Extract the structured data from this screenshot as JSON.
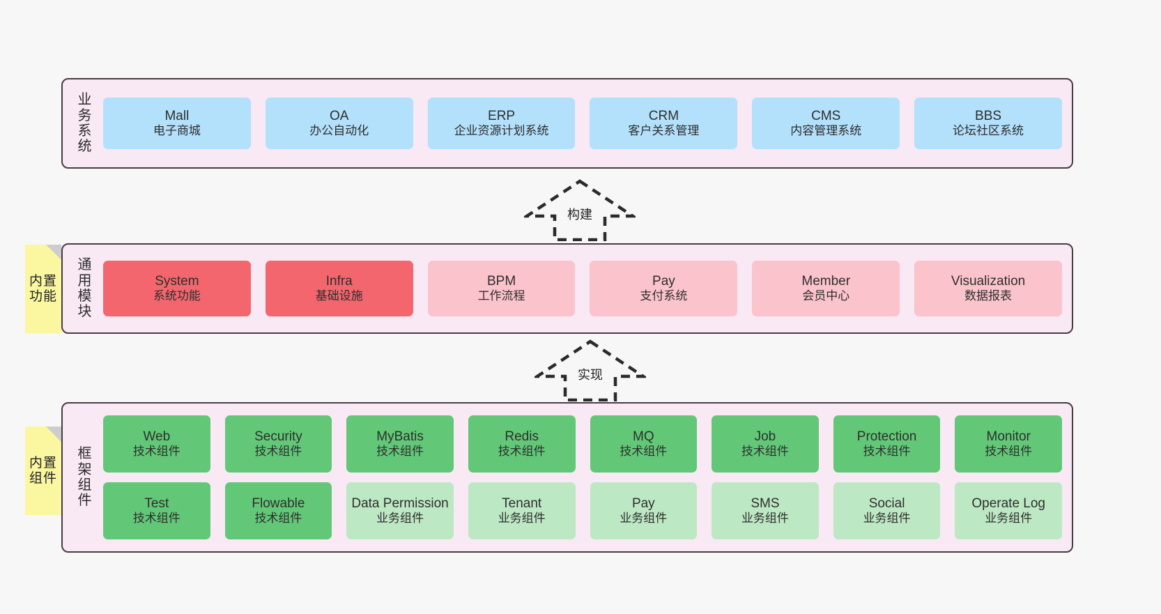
{
  "diagram": {
    "title": "",
    "colors": {
      "canvas_bg": "#f7f7f7",
      "band_bg": "#f8e9f4",
      "band_border": "#4a3a45",
      "business_cell": "#b3e0fb",
      "module_core_cell": "#f4666e",
      "module_cell": "#fbc3cb",
      "tech_cell": "#62c878",
      "biz_component_cell": "#bde8c4",
      "sticky_bg": "#fbf7a0",
      "sticky_fold": "#cdcdcd",
      "text": "#2e2e2e"
    }
  },
  "layers": [
    {
      "id": "business",
      "title": "业务系统",
      "sticky": null,
      "rows": [
        {
          "cells": [
            {
              "name": "Mall",
              "subtitle": "电子商城",
              "color": "#b3e0fb"
            },
            {
              "name": "OA",
              "subtitle": "办公自动化",
              "color": "#b3e0fb"
            },
            {
              "name": "ERP",
              "subtitle": "企业资源计划系统",
              "color": "#b3e0fb"
            },
            {
              "name": "CRM",
              "subtitle": "客户关系管理",
              "color": "#b3e0fb"
            },
            {
              "name": "CMS",
              "subtitle": "内容管理系统",
              "color": "#b3e0fb"
            },
            {
              "name": "BBS",
              "subtitle": "论坛社区系统",
              "color": "#b3e0fb"
            }
          ]
        }
      ]
    },
    {
      "id": "modules",
      "title": "通用模块",
      "sticky": "内置功能",
      "rows": [
        {
          "cells": [
            {
              "name": "System",
              "subtitle": "系统功能",
              "color": "#f4666e"
            },
            {
              "name": "Infra",
              "subtitle": "基础设施",
              "color": "#f4666e"
            },
            {
              "name": "BPM",
              "subtitle": "工作流程",
              "color": "#fbc3cb"
            },
            {
              "name": "Pay",
              "subtitle": "支付系统",
              "color": "#fbc3cb"
            },
            {
              "name": "Member",
              "subtitle": "会员中心",
              "color": "#fbc3cb"
            },
            {
              "name": "Visualization",
              "subtitle": "数据报表",
              "color": "#fbc3cb"
            }
          ]
        }
      ]
    },
    {
      "id": "framework",
      "title": "框架组件",
      "sticky": "内置组件",
      "rows": [
        {
          "cells": [
            {
              "name": "Web",
              "subtitle": "技术组件",
              "color": "#62c878"
            },
            {
              "name": "Security",
              "subtitle": "技术组件",
              "color": "#62c878"
            },
            {
              "name": "MyBatis",
              "subtitle": "技术组件",
              "color": "#62c878"
            },
            {
              "name": "Redis",
              "subtitle": "技术组件",
              "color": "#62c878"
            },
            {
              "name": "MQ",
              "subtitle": "技术组件",
              "color": "#62c878"
            },
            {
              "name": "Job",
              "subtitle": "技术组件",
              "color": "#62c878"
            },
            {
              "name": "Protection",
              "subtitle": "技术组件",
              "color": "#62c878"
            },
            {
              "name": "Monitor",
              "subtitle": "技术组件",
              "color": "#62c878"
            }
          ]
        },
        {
          "cells": [
            {
              "name": "Test",
              "subtitle": "技术组件",
              "color": "#62c878"
            },
            {
              "name": "Flowable",
              "subtitle": "技术组件",
              "color": "#62c878"
            },
            {
              "name": "Data Permission",
              "subtitle": "业务组件",
              "color": "#bde8c4"
            },
            {
              "name": "Tenant",
              "subtitle": "业务组件",
              "color": "#bde8c4"
            },
            {
              "name": "Pay",
              "subtitle": "业务组件",
              "color": "#bde8c4"
            },
            {
              "name": "SMS",
              "subtitle": "业务组件",
              "color": "#bde8c4"
            },
            {
              "name": "Social",
              "subtitle": "业务组件",
              "color": "#bde8c4"
            },
            {
              "name": "Operate Log",
              "subtitle": "业务组件",
              "color": "#bde8c4"
            }
          ]
        }
      ]
    }
  ],
  "connectors": [
    {
      "id": "build",
      "label": "构建",
      "direction": "up",
      "style": "dashed-hollow-arrow"
    },
    {
      "id": "impl",
      "label": "实现",
      "direction": "up",
      "style": "dashed-hollow-arrow"
    }
  ]
}
